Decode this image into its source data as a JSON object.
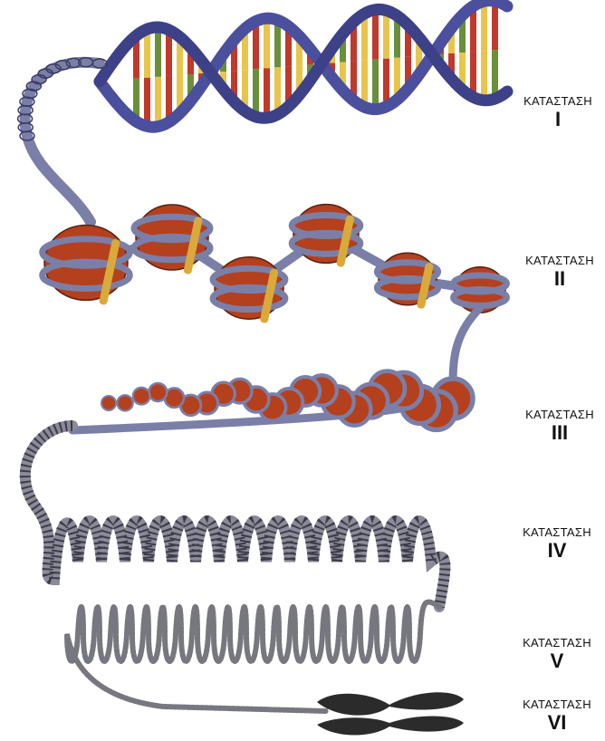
{
  "stages": [
    {
      "word": "ΚΑΤΑΣΤΑΣΗ",
      "numeral": "I"
    },
    {
      "word": "ΚΑΤΑΣΤΑΣΗ",
      "numeral": "II"
    },
    {
      "word": "ΚΑΤΑΣΤΑΣΗ",
      "numeral": "III"
    },
    {
      "word": "ΚΑΤΑΣΤΑΣΗ",
      "numeral": "IV"
    },
    {
      "word": "ΚΑΤΑΣΤΑΣΗ",
      "numeral": "V"
    },
    {
      "word": "ΚΑΤΑΣΤΑΣΗ",
      "numeral": "VI"
    }
  ],
  "colors": {
    "dna_strand": "#4a4f9e",
    "base_pair_red": "#c0392b",
    "base_pair_yellow": "#e8c54a",
    "base_pair_green": "#6a8f3a",
    "histone": "#b5401e",
    "linker_dna": "#7a7fa8",
    "h1_protein": "#d9a93a",
    "fiber": "#8a8a98",
    "chromosome": "#2b2b2b"
  }
}
